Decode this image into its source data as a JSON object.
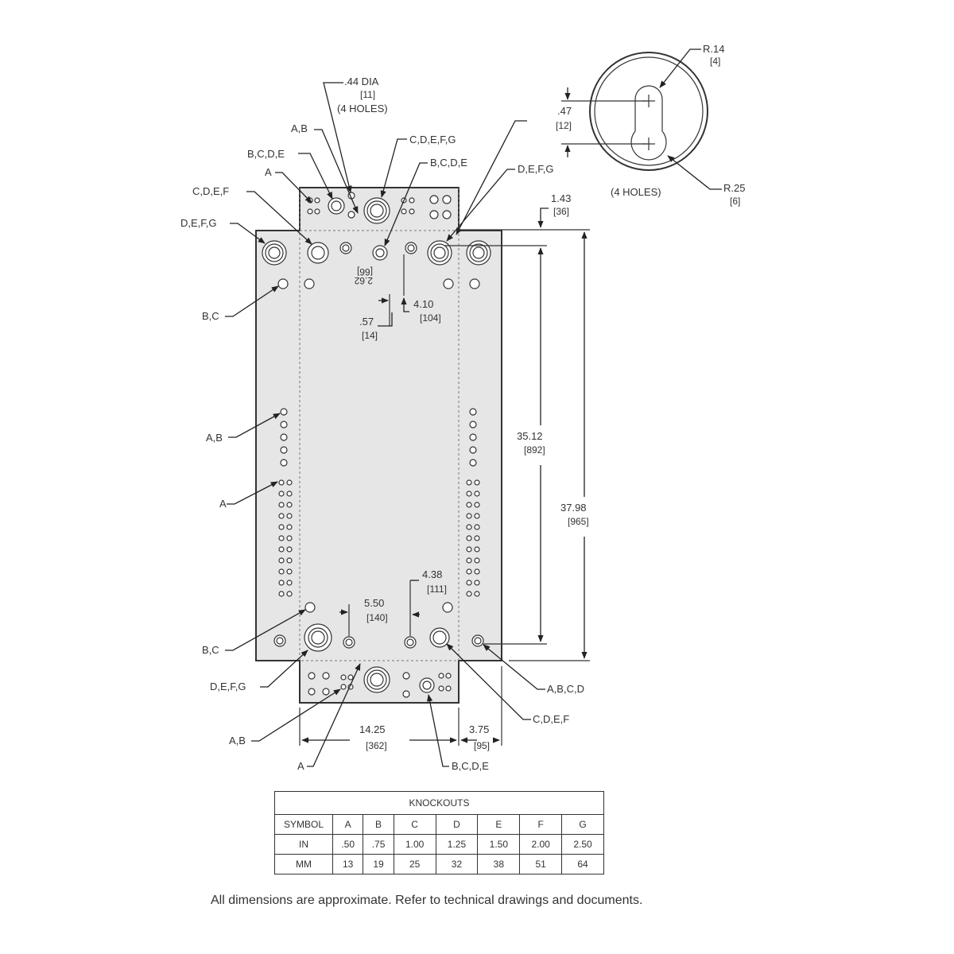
{
  "callouts": {
    "holes_dia": ".44 DIA",
    "holes_dia_mm": "[11]",
    "holes_count": "(4  HOLES)",
    "ab_top": "A,B",
    "bcde_top_left": "B,C,D,E",
    "a_top_left": "A",
    "cdefg_top": "C,D,E,F,G",
    "bcde_top_mid": "B,C,D,E",
    "defg_top_right": "D,E,F,G",
    "cdef_left": "C,D,E,F",
    "defg_left": "D,E,F,G",
    "bc_upper": "B,C",
    "ab_mid": "A,B",
    "a_mid": "A",
    "bc_lower": "B,C",
    "defg_bottom": "D,E,F,G",
    "ab_bottom": "A,B",
    "a_bottom": "A",
    "bcde_bottom": "B,C,D,E",
    "abcd_right": "A,B,C,D",
    "cdef_right": "C,D,E,F"
  },
  "detail": {
    "r14": "R.14",
    "r14_mm": "[4]",
    "d47": ".47",
    "d47_mm": "[12]",
    "r25": "R.25",
    "r25_mm": "[6]",
    "holes": "(4  HOLES)"
  },
  "dimensions": {
    "d143": "1.43",
    "d143_mm": "[36]",
    "d3512": "35.12",
    "d3512_mm": "[892]",
    "d3798": "37.98",
    "d3798_mm": "[965]",
    "d410": "4.10",
    "d410_mm": "[104]",
    "d57": ".57",
    "d57_mm": "[14]",
    "d2": "2.62",
    "d2_mm": "[66]",
    "d438": "4.38",
    "d438_mm": "[111]",
    "d550": "5.50",
    "d550_mm": "[140]",
    "d1425": "14.25",
    "d1425_mm": "[362]",
    "d375": "3.75",
    "d375_mm": "[95]"
  },
  "table": {
    "title": "KNOCKOUTS",
    "header_label": "SYMBOL",
    "symbols": [
      "A",
      "B",
      "C",
      "D",
      "E",
      "F",
      "G"
    ],
    "rows": [
      {
        "label": "IN",
        "values": [
          ".50",
          ".75",
          "1.00",
          "1.25",
          "1.50",
          "2.00",
          "2.50"
        ]
      },
      {
        "label": "MM",
        "values": [
          "13",
          "19",
          "25",
          "32",
          "38",
          "51",
          "64"
        ]
      }
    ]
  },
  "footnote": "All dimensions are approximate.  Refer to technical drawings and documents."
}
